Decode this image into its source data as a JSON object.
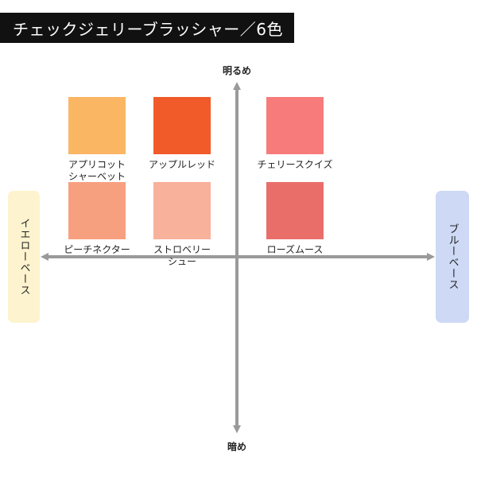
{
  "title": "チェックジェリーブラッシャー／6色",
  "axes": {
    "top": "明るめ",
    "bottom": "暗め",
    "left": "イエローベース",
    "right": "ブルーベース"
  },
  "colors": {
    "axis": "#9a9a9a",
    "yellow_base": "#fdf3cf",
    "blue_base": "#cdd9f5"
  },
  "swatches": [
    {
      "label": "アプリコット\nシャーベット",
      "color": "#fbb663"
    },
    {
      "label": "アップルレッド",
      "color": "#f15a29"
    },
    {
      "label": "チェリースクイズ",
      "color": "#f77b7a"
    },
    {
      "label": "ピーチネクター",
      "color": "#f7a07f"
    },
    {
      "label": "ストロベリー\nシュー",
      "color": "#f8b19a"
    },
    {
      "label": "ローズムース",
      "color": "#e96e69"
    }
  ]
}
